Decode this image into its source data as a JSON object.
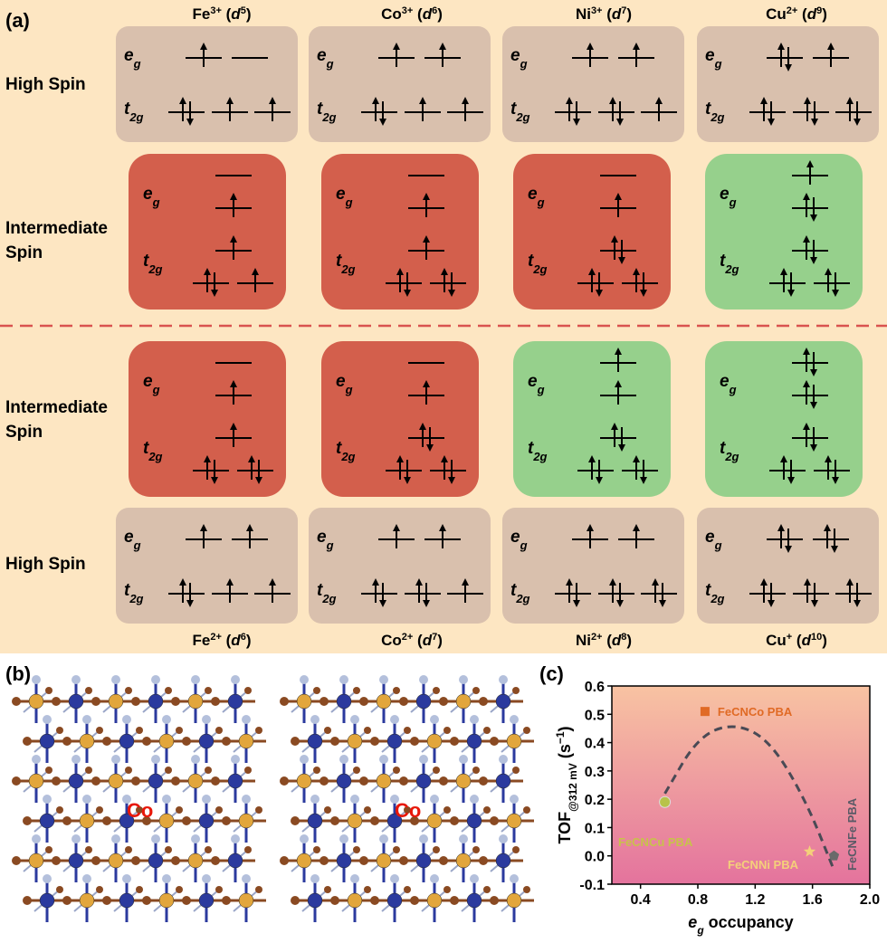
{
  "panel_labels": {
    "a": "(a)",
    "b": "(b)",
    "c": "(c)"
  },
  "colors": {
    "background_a": "#fde6c2",
    "high_spin_box": "#d9c0ad",
    "intermediate_red": "#d35f4c",
    "intermediate_green": "#96d08c",
    "divider": "#d9534f",
    "fe_atom": "#e2a63c",
    "co_atom": "#2b3a9e",
    "c_atom": "#8a4a22",
    "n_atom": "#b4c0dc",
    "co_label": "#e8180a"
  },
  "orbital_labels": {
    "eg": "e",
    "eg_sub": "g",
    "t2g": "t",
    "t2g_sub": "2g"
  },
  "row_labels": {
    "high_spin": "High Spin",
    "intermediate_line1": "Intermediate",
    "intermediate_line2": "Spin"
  },
  "top_ions": [
    {
      "el": "Fe",
      "charge": "3+",
      "d": "d",
      "n": "5"
    },
    {
      "el": "Co",
      "charge": "3+",
      "d": "d",
      "n": "6"
    },
    {
      "el": "Ni",
      "charge": "3+",
      "d": "d",
      "n": "7"
    },
    {
      "el": "Cu",
      "charge": "2+",
      "d": "d",
      "n": "9"
    }
  ],
  "bottom_ions": [
    {
      "el": "Fe",
      "charge": "2+",
      "d": "d",
      "n": "6"
    },
    {
      "el": "Co",
      "charge": "2+",
      "d": "d",
      "n": "7"
    },
    {
      "el": "Ni",
      "charge": "2+",
      "d": "d",
      "n": "8"
    },
    {
      "el": "Cu",
      "charge": "+",
      "d": "d",
      "n": "10"
    }
  ],
  "high_spin_top": [
    {
      "eg": [
        "u",
        "e"
      ],
      "t2g": [
        "ud",
        "u",
        "u"
      ]
    },
    {
      "eg": [
        "u",
        "u"
      ],
      "t2g": [
        "ud",
        "u",
        "u"
      ]
    },
    {
      "eg": [
        "u",
        "u"
      ],
      "t2g": [
        "ud",
        "ud",
        "u"
      ]
    },
    {
      "eg": [
        "ud",
        "u"
      ],
      "t2g": [
        "ud",
        "ud",
        "ud"
      ]
    }
  ],
  "intermediate_top": [
    {
      "color": "red",
      "levels": [
        "e",
        "u",
        "u"
      ],
      "bottom": [
        "ud",
        "u"
      ]
    },
    {
      "color": "red",
      "levels": [
        "e",
        "u",
        "u"
      ],
      "bottom": [
        "ud",
        "ud"
      ]
    },
    {
      "color": "red",
      "levels": [
        "e",
        "u",
        "ud"
      ],
      "bottom": [
        "ud",
        "ud"
      ]
    },
    {
      "color": "green",
      "levels": [
        "u",
        "ud",
        "ud"
      ],
      "bottom": [
        "ud",
        "ud"
      ]
    }
  ],
  "intermediate_bottom": [
    {
      "color": "red",
      "levels": [
        "e",
        "u",
        "u"
      ],
      "bottom": [
        "ud",
        "ud"
      ]
    },
    {
      "color": "red",
      "levels": [
        "e",
        "u",
        "ud"
      ],
      "bottom": [
        "ud",
        "ud"
      ]
    },
    {
      "color": "green",
      "levels": [
        "u",
        "u",
        "ud"
      ],
      "bottom": [
        "ud",
        "ud"
      ]
    },
    {
      "color": "green",
      "levels": [
        "ud",
        "ud",
        "ud"
      ],
      "bottom": [
        "ud",
        "ud"
      ]
    }
  ],
  "high_spin_bottom": [
    {
      "eg": [
        "u",
        "u"
      ],
      "t2g": [
        "ud",
        "u",
        "u"
      ]
    },
    {
      "eg": [
        "u",
        "u"
      ],
      "t2g": [
        "ud",
        "ud",
        "u"
      ]
    },
    {
      "eg": [
        "u",
        "u"
      ],
      "t2g": [
        "ud",
        "ud",
        "ud"
      ]
    },
    {
      "eg": [
        "ud",
        "ud"
      ],
      "t2g": [
        "ud",
        "ud",
        "ud"
      ]
    }
  ],
  "crystal": {
    "label": "Co"
  },
  "chart_data": {
    "type": "scatter",
    "xlabel_main": "e",
    "xlabel_sub": "g",
    "xlabel_rest": " occupancy",
    "ylabel_main": "TOF",
    "ylabel_sub": "@312 mV",
    "ylabel_rest": " (s",
    "ylabel_sup": "−1",
    "ylabel_end": ")",
    "xlim": [
      0.2,
      2.0
    ],
    "ylim": [
      -0.1,
      0.6
    ],
    "xticks": [
      "0.4",
      "0.8",
      "1.2",
      "1.6",
      "2.0"
    ],
    "xtick_values": [
      0.4,
      0.8,
      1.2,
      1.6,
      2.0
    ],
    "yticks": [
      "-0.1",
      "0.0",
      "0.1",
      "0.2",
      "0.3",
      "0.4",
      "0.5",
      "0.6"
    ],
    "ytick_values": [
      -0.1,
      0.0,
      0.1,
      0.2,
      0.3,
      0.4,
      0.5,
      0.6
    ],
    "points": [
      {
        "label": "FeCNCo PBA",
        "x": 0.85,
        "y": 0.51,
        "marker": "square",
        "color": "#e06a25"
      },
      {
        "label": "FeCNCu PBA",
        "x": 0.57,
        "y": 0.19,
        "marker": "circle",
        "color": "#b8c24a"
      },
      {
        "label": "FeCNNi PBA",
        "x": 1.58,
        "y": 0.015,
        "marker": "star",
        "color": "#f4d07a"
      },
      {
        "label": "FeCNFe PBA",
        "x": 1.75,
        "y": 0.0,
        "marker": "pentagon",
        "color": "#6a6a6a"
      }
    ],
    "trend": {
      "x": [
        0.57,
        0.8,
        1.05,
        1.3,
        1.55,
        1.75
      ],
      "y": [
        0.22,
        0.42,
        0.47,
        0.41,
        0.2,
        -0.05
      ]
    }
  }
}
